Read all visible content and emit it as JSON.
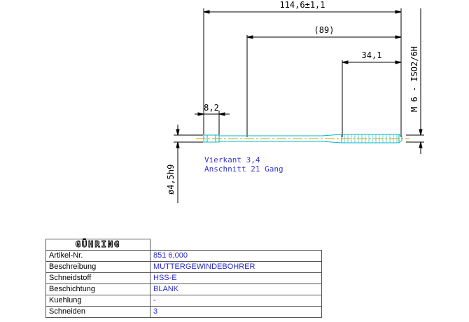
{
  "dimensions": {
    "overall_length": "114,6±1,1",
    "reference_length": "(89)",
    "shank_length": "34,1",
    "square_length": "8,2",
    "thread_spec": "M 6 - ISO2/6H",
    "shank_diameter": "ø4,5h9"
  },
  "notes": {
    "line1": "Vierkant 3,4",
    "line2": "Anschnitt 21 Gang"
  },
  "table": {
    "brand": "GÜHRING",
    "rows": [
      {
        "label": "Artikel-Nr.",
        "value": "851 6,000"
      },
      {
        "label": "Beschreibung",
        "value": "MUTTERGEWINDEBOHRER"
      },
      {
        "label": "Schneidstoff",
        "value": "HSS-E"
      },
      {
        "label": "Beschichtung",
        "value": "BLANK"
      },
      {
        "label": "Kuehlung",
        "value": "-"
      },
      {
        "label": "Schneiden",
        "value": "3"
      }
    ]
  },
  "colors": {
    "dimension": "#000000",
    "tool_outline": "#00b8c8",
    "center_line": "#c8a000",
    "notes": "#3a3ad0"
  }
}
